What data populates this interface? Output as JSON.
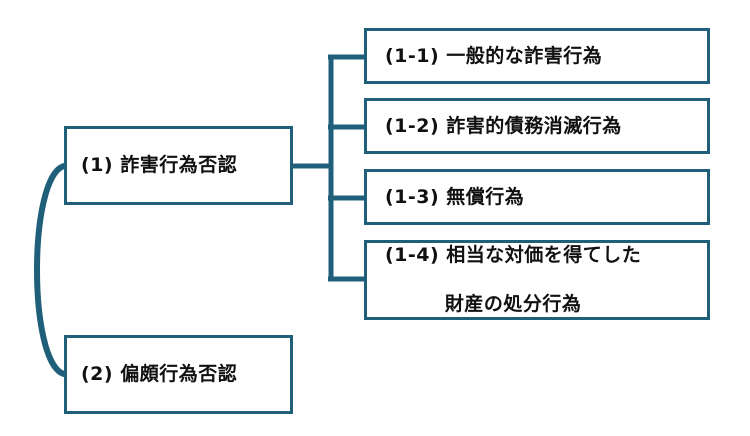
{
  "diagram": {
    "line_color": "#1f5f7a",
    "root_nodes": [
      {
        "id": "1",
        "label": "(1) 詐害行為否認"
      },
      {
        "id": "2",
        "label": "(2) 偏頗行為否認"
      }
    ],
    "child_nodes": [
      {
        "id": "1-1",
        "label": "(1-1) 一般的な詐害行為"
      },
      {
        "id": "1-2",
        "label": "(1-2) 詐害的債務消滅行為"
      },
      {
        "id": "1-3",
        "label": "(1-3) 無償行為"
      },
      {
        "id": "1-4",
        "label_line1": "(1-4) 相当な対価を得てした",
        "label_line2": "財産の処分行為"
      }
    ]
  }
}
